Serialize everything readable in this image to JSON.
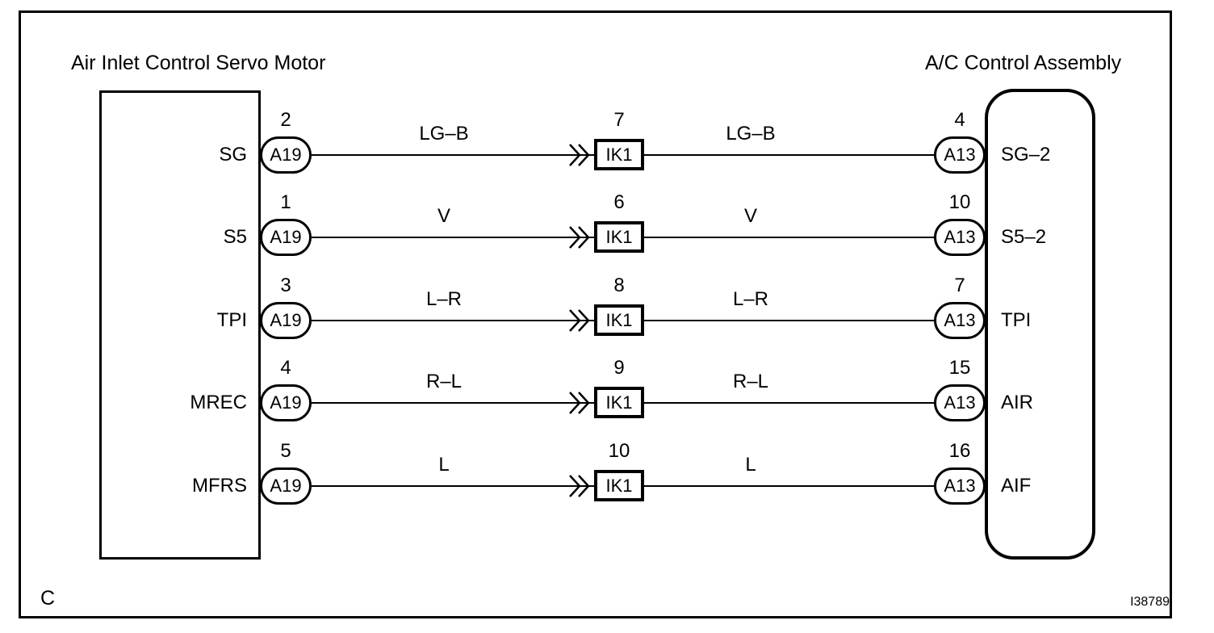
{
  "titles": {
    "left_component": "Air Inlet Control Servo Motor",
    "right_component": "A/C Control Assembly"
  },
  "footer": {
    "mark": "C",
    "figure_id": "I38789"
  },
  "connectors": {
    "left_code": "A19",
    "junction_code": "IK1",
    "right_code": "A13"
  },
  "colors": {
    "line": "#000000",
    "background": "#ffffff"
  },
  "rows": [
    {
      "left_label": "SG",
      "left_pin": "2",
      "left_connector": "A19",
      "wire_left": "LG–B",
      "mid_pin": "7",
      "mid_connector": "IK1",
      "wire_right": "LG–B",
      "right_pin": "4",
      "right_connector": "A13",
      "right_label": "SG–2"
    },
    {
      "left_label": "S5",
      "left_pin": "1",
      "left_connector": "A19",
      "wire_left": "V",
      "mid_pin": "6",
      "mid_connector": "IK1",
      "wire_right": "V",
      "right_pin": "10",
      "right_connector": "A13",
      "right_label": "S5–2"
    },
    {
      "left_label": "TPI",
      "left_pin": "3",
      "left_connector": "A19",
      "wire_left": "L–R",
      "mid_pin": "8",
      "mid_connector": "IK1",
      "wire_right": "L–R",
      "right_pin": "7",
      "right_connector": "A13",
      "right_label": "TPI"
    },
    {
      "left_label": "MREC",
      "left_pin": "4",
      "left_connector": "A19",
      "wire_left": "R–L",
      "mid_pin": "9",
      "mid_connector": "IK1",
      "wire_right": "R–L",
      "right_pin": "15",
      "right_connector": "A13",
      "right_label": "AIR"
    },
    {
      "left_label": "MFRS",
      "left_pin": "5",
      "left_connector": "A19",
      "wire_left": "L",
      "mid_pin": "10",
      "mid_connector": "IK1",
      "wire_right": "L",
      "right_pin": "16",
      "right_connector": "A13",
      "right_label": "AIF"
    }
  ]
}
